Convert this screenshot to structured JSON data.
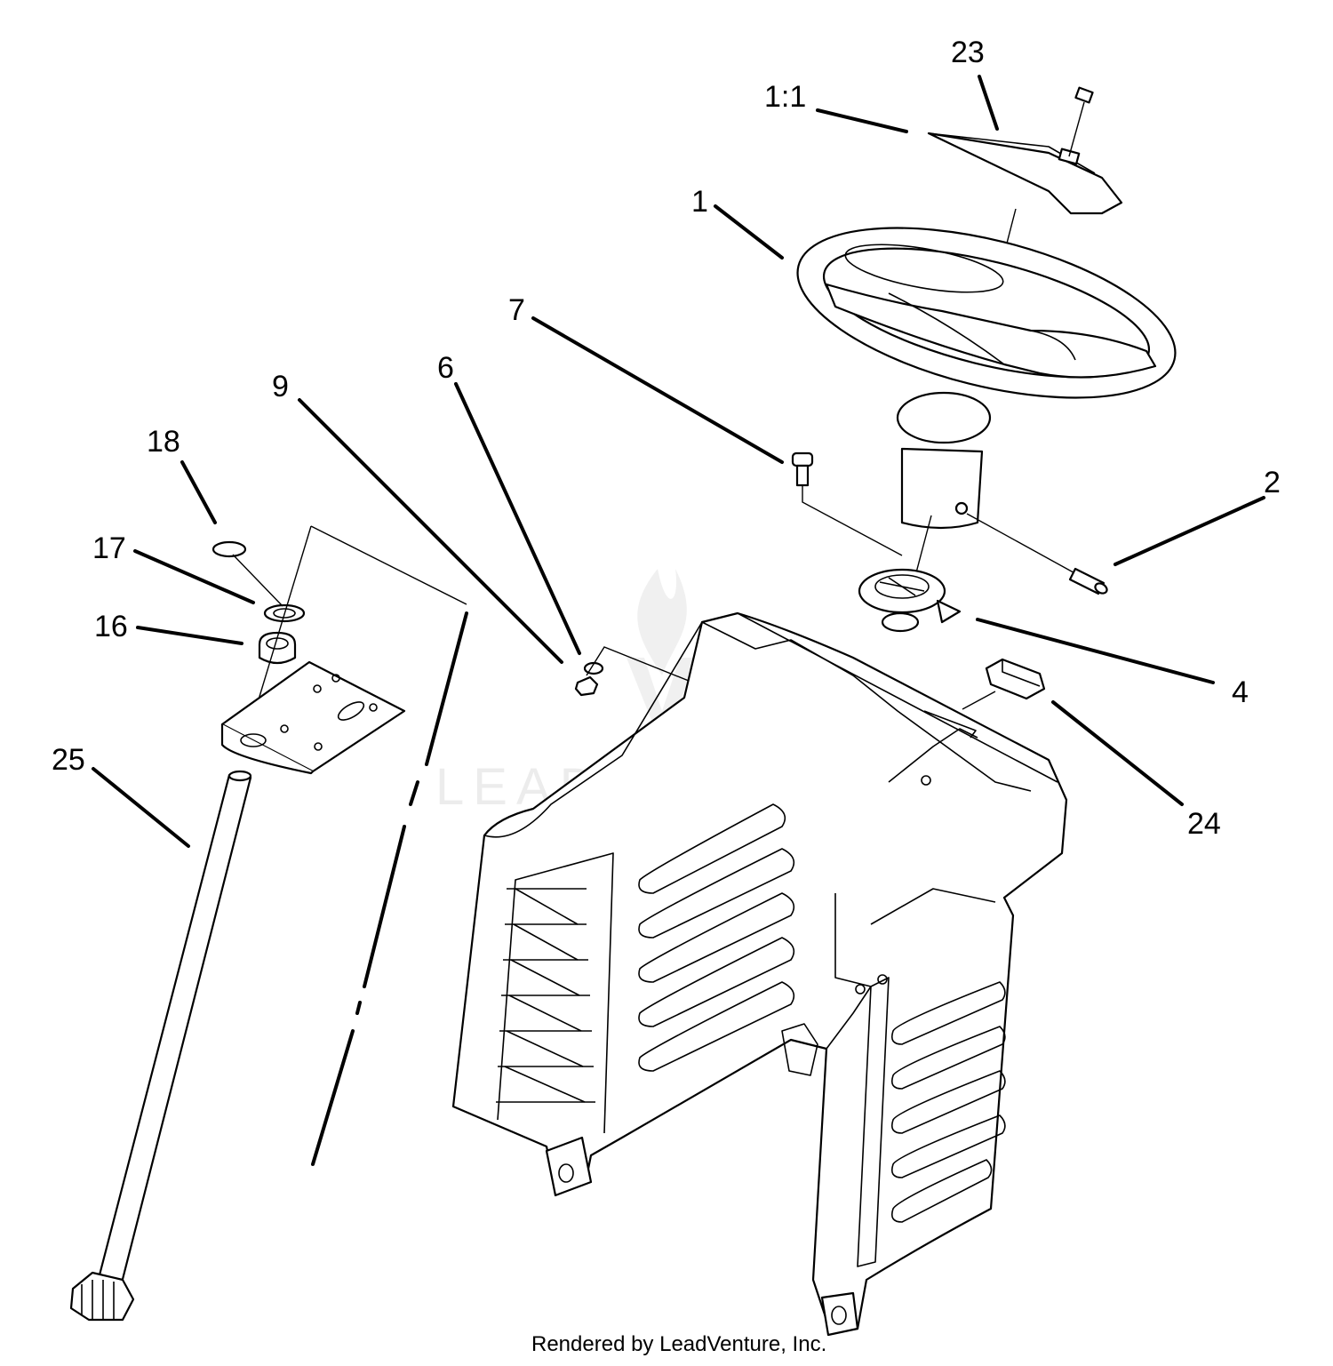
{
  "callouts": {
    "c23": "23",
    "c1_1": "1:1",
    "c1": "1",
    "c7": "7",
    "c6": "6",
    "c9": "9",
    "c18": "18",
    "c17": "17",
    "c16": "16",
    "c25": "25",
    "c2": "2",
    "c4": "4",
    "c24": "24"
  },
  "watermark": "LEADVENTURE",
  "footer": "Rendered by LeadVenture, Inc."
}
